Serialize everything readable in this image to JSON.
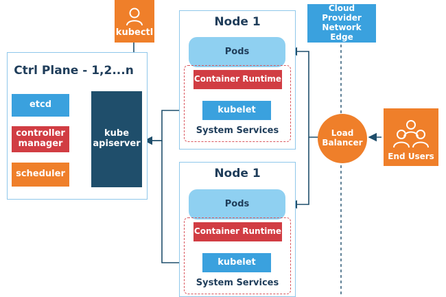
{
  "kubectl": {
    "label": "kubectl",
    "icon": "user-icon"
  },
  "control_plane": {
    "title": "Ctrl Plane - 1,2...n",
    "components": [
      "etcd",
      "controller manager",
      "scheduler"
    ],
    "apiserver": "kube apiserver"
  },
  "nodes": [
    {
      "title": "Node 1",
      "pods": "Pods",
      "runtime": "Container Runtime",
      "kubelet": "kubelet",
      "services": "System Services"
    },
    {
      "title": "Node 1",
      "pods": "Pods",
      "runtime": "Container Runtime",
      "kubelet": "kubelet",
      "services": "System Services"
    }
  ],
  "cloud_edge": "Cloud Provider Network Edge",
  "load_balancer": "Load Balancer",
  "end_users": {
    "label": "End Users",
    "icon": "users-group-icon"
  },
  "colors": {
    "blue": "#3aa1de",
    "red": "#d13d43",
    "orange": "#ef7f2a",
    "navy": "#1f4e6b",
    "light_blue": "#8fd0f1",
    "border": "#8ec7ea",
    "line": "#1f4e6b"
  }
}
